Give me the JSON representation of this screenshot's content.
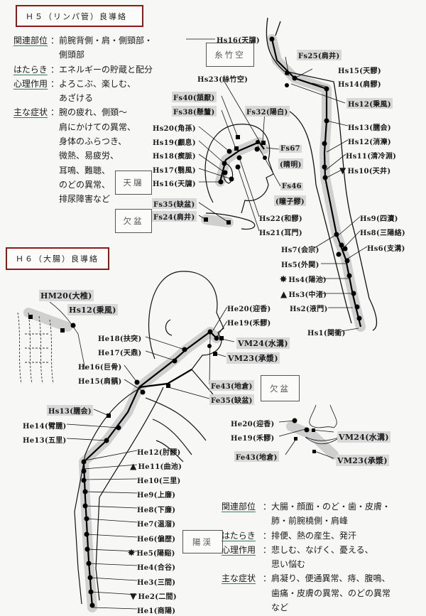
{
  "h5": {
    "title": "Ｈ５（リンパ管）良導絡",
    "info": [
      {
        "label": "関連部位",
        "lines": [
          "前腕背側・肩・側頸部・",
          "側頭部"
        ]
      },
      {
        "label": "はたらき",
        "lines": [
          "エネルギーの貯蔵と配分"
        ]
      },
      {
        "label": "心理作用",
        "lines": [
          "よろこぶ、楽しむ、",
          "あざける"
        ]
      },
      {
        "label": "主な症状",
        "lines": [
          "腕の疲れ、側頚～",
          "肩にかけての異常、",
          "身体のふらつき、",
          "微熱、易疲労、",
          "耳鳴、難聴、",
          "のどの異常、",
          "排尿障害など"
        ]
      }
    ],
    "boxes": {
      "shichikuku": "糸竹空",
      "tenyu": "天牖",
      "ketsubon": "欠盆"
    },
    "points": {
      "hs16_top": "Hs16(天牖)",
      "fs25": "Fs25(肩井)",
      "hs15": "Hs15(天髎)",
      "hs14": "Hs14(肩髎)",
      "hs12_hei": "Hs12(秉風)",
      "hs23": "Hs23(絲竹空)",
      "fs40": "Fs40(頷厭)",
      "fs38": "Fs38(懸釐)",
      "fs32": "Fs32(陽白)",
      "hs20": "Hs20(角孫)",
      "hs19": "Hs19(顱息)",
      "hs18": "Hs18(瘈脈)",
      "hs17": "Hs17(翳風)",
      "hs16": "Hs16(天牖)",
      "fs67": "Fs67",
      "fs67_name": "(睛明)",
      "fs46": "Fs46",
      "fs46_name": "(瞳子髎)",
      "hs13": "Hs13(臑会)",
      "hs12": "Hs12(消濼)",
      "hs11": "Hs11(清冷淵)",
      "hs10": "Hs10(天井)",
      "fs35": "Fs35(缺盆)",
      "fs24": "Fs24(肩井)",
      "hs22": "Hs22(和髎)",
      "hs21": "Hs21(耳門)",
      "hs9": "Hs9(四瀆)",
      "hs8": "Hs8(三陽絡)",
      "hs7": "Hs7(会宗)",
      "hs6": "Hs6(支溝)",
      "hs5": "Hs5(外関)",
      "hs4": "Hs4(陽池)",
      "hs3": "Hs3(中渚)",
      "hs2": "Hs2(液門)",
      "hs1": "Hs1(関衝)"
    }
  },
  "h6": {
    "title": "Ｈ６（大腸）良導絡",
    "info": [
      {
        "label": "関連部位",
        "lines": [
          "大腸・顔面・のど・歯・皮膚・",
          "肺・前腕橈側・肩峰"
        ]
      },
      {
        "label": "はたらき",
        "lines": [
          "排便、熱の産生、発汗"
        ]
      },
      {
        "label": "心理作用",
        "lines": [
          "悲しむ、なげく、憂える、",
          "思い悩む"
        ]
      },
      {
        "label": "主な症状",
        "lines": [
          "肩凝り、便通異常、痔、腹鳴、",
          "歯痛・皮膚の異常、のどの異常",
          "など"
        ]
      }
    ],
    "boxes": {
      "ketsubon": "欠盆",
      "yokei": "陽渓"
    },
    "points": {
      "hm20": "HM20(大椎)",
      "hs12": "Hs12(秉風)",
      "he20": "He20(迎香)",
      "he19": "He19(禾髎)",
      "he18": "He18(扶突)",
      "he17": "He17(天鼎)",
      "vm24": "VM24(水溝)",
      "vm23": "VM23(承漿)",
      "he16": "He16(巨骨)",
      "he15": "He15(肩髃)",
      "fe43": "Fe43(地倉)",
      "fe35": "Fe35(缺盆)",
      "hs13": "Hs13(臑会)",
      "he14": "He14(臂臑)",
      "he13": "He13(五里)",
      "he20_b": "He20(迎香)",
      "he19_b": "He19(禾髎)",
      "fe43_b": "Fe43(地倉)",
      "vm24_b": "VM24(水溝)",
      "vm23_b": "VM23(承漿)",
      "he12": "He12(肘髎)",
      "he11": "He11(曲池)",
      "he10": "He10(三里)",
      "he9": "He9(上廉)",
      "he8": "He8(下廉)",
      "he7": "He7(温溜)",
      "he6": "He6(偏歴)",
      "he5": "He5(陽谿)",
      "he4": "He4(合谷)",
      "he3": "He3(三間)",
      "he2": "He2(二間)",
      "he1": "He1(商陽)"
    }
  },
  "colors": {
    "title_border": "#8b1a1a",
    "underline": "#2e7d5b",
    "highlight": "#d8d8d8"
  }
}
